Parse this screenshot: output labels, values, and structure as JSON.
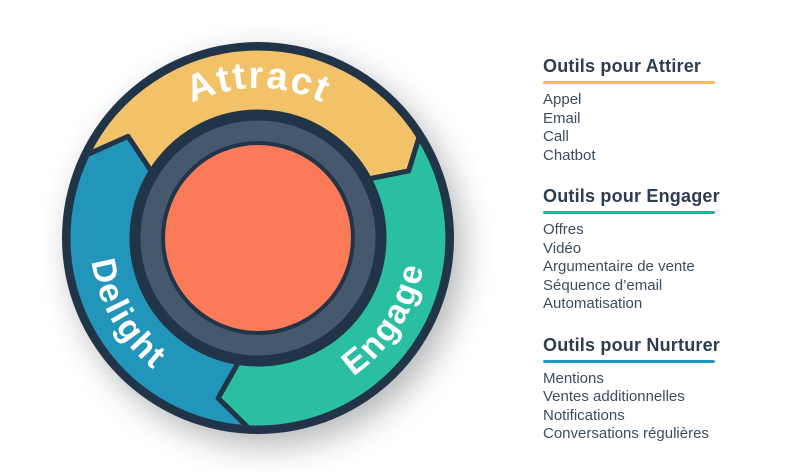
{
  "flywheel": {
    "outline_color": "#213448",
    "ring_color": "#46586C",
    "hub_color": "#FB7A57",
    "segments": [
      {
        "id": "attract",
        "label": "Attract",
        "color": "#F2C269"
      },
      {
        "id": "engage",
        "label": "Engage",
        "color": "#2ABFA3"
      },
      {
        "id": "delight",
        "label": "Delight",
        "color": "#2295BB"
      }
    ]
  },
  "tools_sections": [
    {
      "title": "Outils pour Attirer",
      "accent_color": "#F2BC54",
      "items": [
        "Appel",
        "Email",
        "Call",
        "Chatbot"
      ]
    },
    {
      "title": "Outils pour Engager",
      "accent_color": "#0ABEA3",
      "items": [
        "Offres",
        "Vidéo",
        "Argumentaire de vente",
        "Séquence d’email",
        "Automatisation"
      ]
    },
    {
      "title": "Outils pour Nurturer",
      "accent_color": "#1B9BC0",
      "items": [
        "Mentions",
        "Ventes additionnelles",
        "Notifications",
        "Conversations régulières"
      ]
    }
  ]
}
